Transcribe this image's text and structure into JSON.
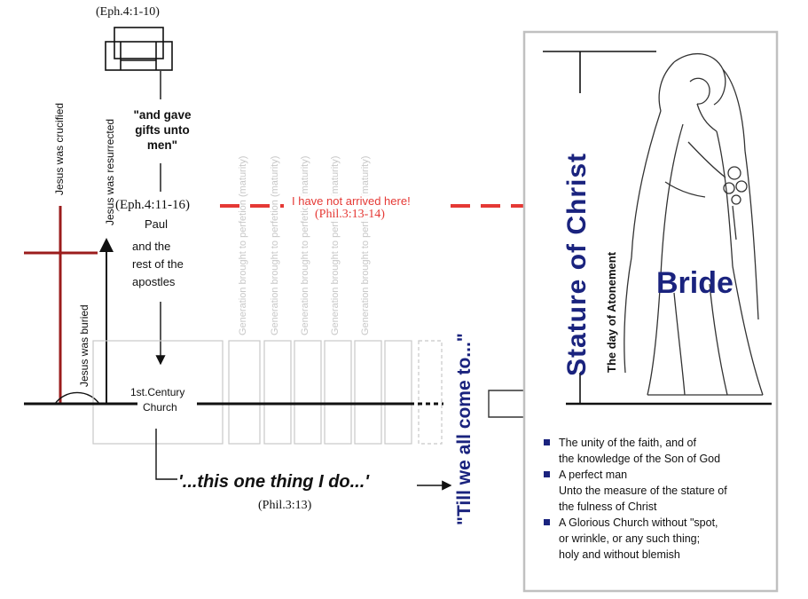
{
  "refs": {
    "eph_4_1_10": "(Eph.4:1-10)",
    "eph_4_11_16": "(Eph.4:11-16)",
    "phil_3_13_14": "(Phil.3:13-14)",
    "phil_3_13": "(Phil.3:13)"
  },
  "timeline": {
    "crucified": "Jesus was crucified",
    "buried": "Jesus was buried",
    "resurrected": "Jesus was resurrected",
    "gave_gifts": "\"and gave gifts unto men\"",
    "paul": "Paul",
    "rest_line1": "and the",
    "rest_line2": "rest of the",
    "rest_line3": "apostles",
    "church_line1": "1st.Century",
    "church_line2": "Church",
    "generations": [
      "Generation brought to perfetion (maturity)",
      "Generation brought to perfetion (maturity)",
      "Generation brought to perfetion (maturity)",
      "Generation brought to perfetion (maturity)",
      "Generation brought to perfetion (maturity)"
    ]
  },
  "not_arrived": "I have not arrived here!",
  "one_thing": "'...this one thing I do...'",
  "till_we_all": "\"Till we all come to...\"",
  "panel": {
    "stature": "Stature of Christ",
    "atonement": "The day of Atonement",
    "bride": "Bride",
    "bullets": [
      [
        "The unity of the faith, and of",
        "the knowledge of the Son of God"
      ],
      [
        "A perfect man",
        "Unto the measure of the stature of",
        "the fulness of Christ"
      ],
      [
        "A Glorious Church without \"spot,",
        "or wrinkle, or any such thing;",
        "holy and without blemish"
      ]
    ]
  },
  "colors": {
    "navy": "#1a237e",
    "red_arrow": "#e53935",
    "cross": "#9b1c1c",
    "faded": "#c8c8c8"
  }
}
